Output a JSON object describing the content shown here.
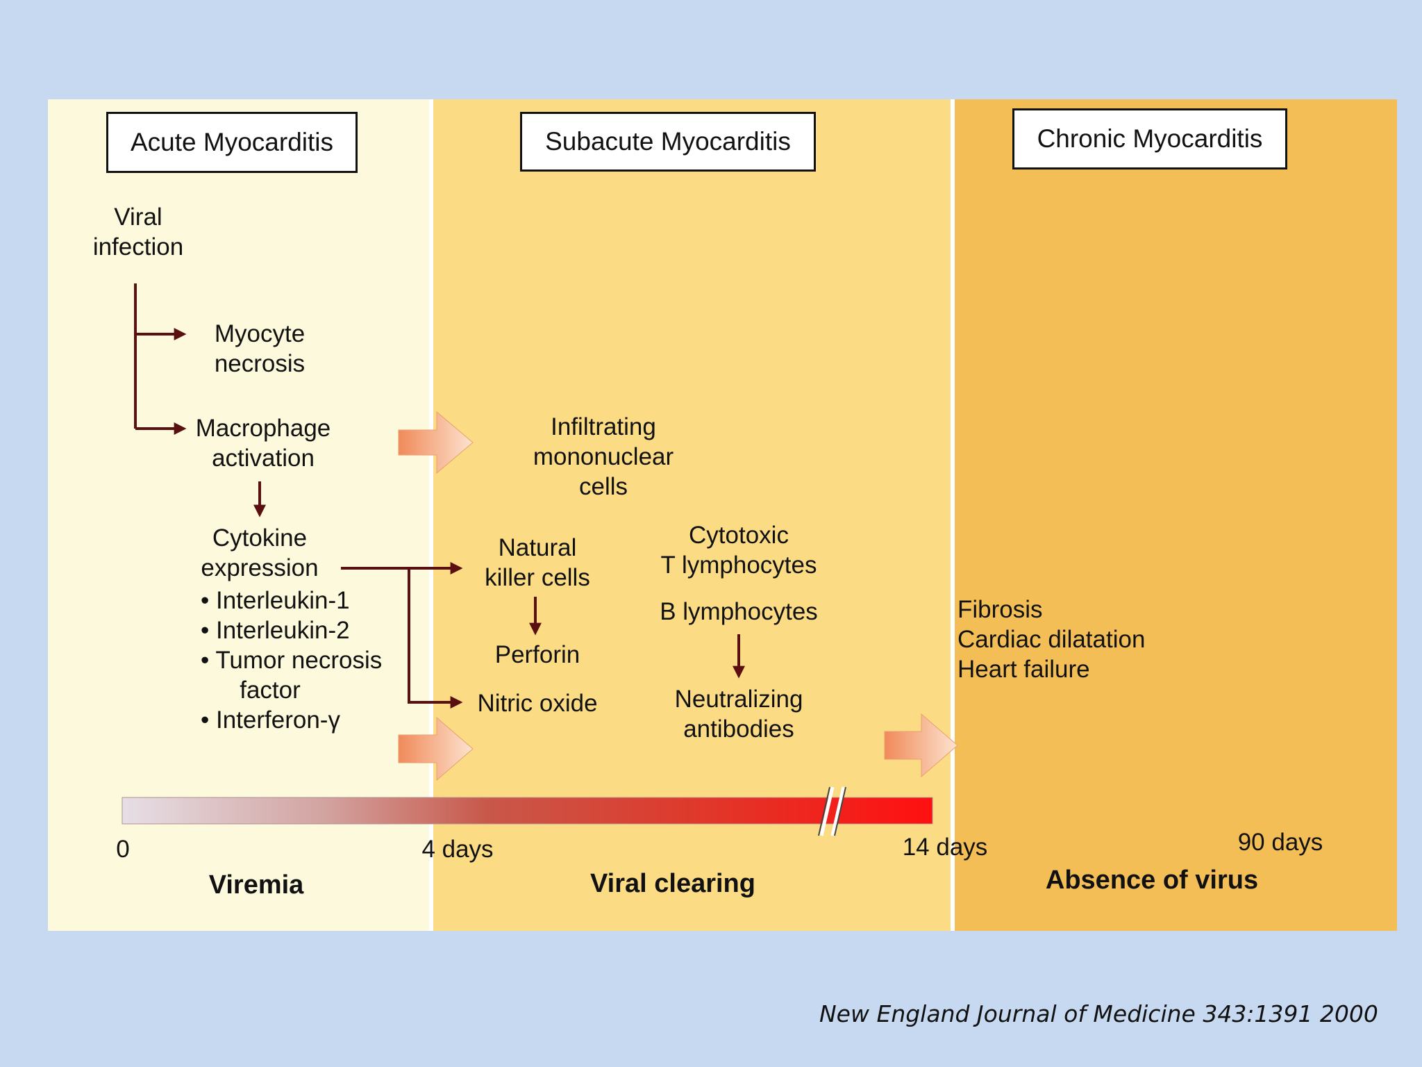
{
  "stages": {
    "acute": "Acute Myocarditis",
    "subacute": "Subacute Myocarditis",
    "chronic": "Chronic Myocarditis"
  },
  "acute": {
    "viral_infection": "Viral\ninfection",
    "myocyte_necrosis": "Myocyte\nnecrosis",
    "macrophage_activation": "Macrophage\nactivation",
    "cytokine_expression": "Cytokine\nexpression",
    "cytokines": [
      "• Interleukin-1",
      "• Interleukin-2",
      "• Tumor necrosis",
      "factor",
      "• Interferon-γ"
    ]
  },
  "subacute": {
    "infiltrating": "Infiltrating\nmononuclear\ncells",
    "nk_cells": "Natural\nkiller cells",
    "perforin": "Perforin",
    "nitric_oxide": "Nitric oxide",
    "cytotoxic": "Cytotoxic\nT lymphocytes",
    "b_lymphocytes": "B lymphocytes",
    "antibodies": "Neutralizing\nantibodies"
  },
  "chronic": {
    "outcomes": "Fibrosis\nCardiac dilatation\nHeart failure"
  },
  "timeline": {
    "ticks": [
      "0",
      "4 days",
      "14 days",
      "90 days"
    ],
    "phases": [
      "Viremia",
      "Viral clearing",
      "Absence of virus"
    ]
  },
  "citation": "New England Journal of Medicine 343:1391 2000",
  "colors": {
    "background": "#c6d9f0",
    "acute_panel": "#fdf9dc",
    "subacute_panel": "#fbdc84",
    "chronic_panel": "#f3be56",
    "arrow": "#5a1010",
    "timeline_end": "#ff1010"
  }
}
